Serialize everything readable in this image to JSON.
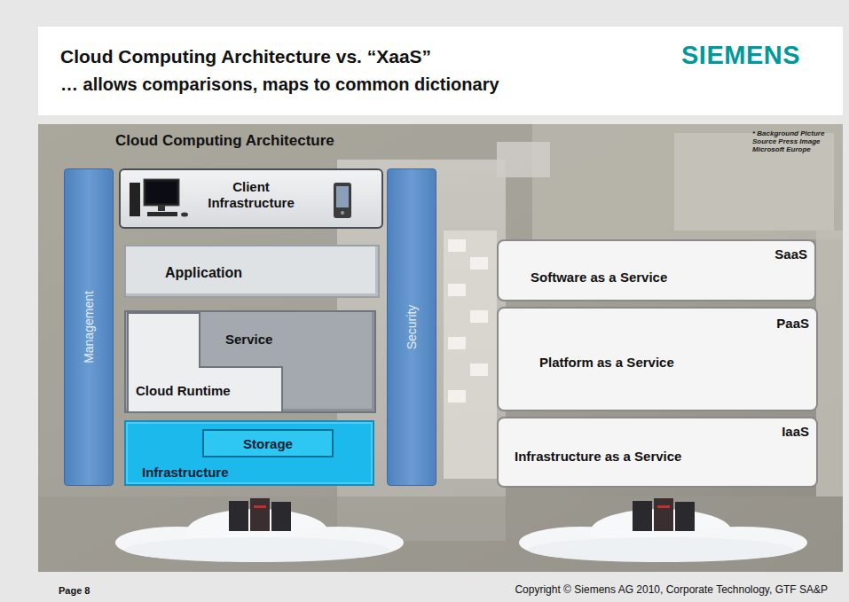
{
  "diagram": {
    "title": "Cloud Computing Architecture vs. “XaaS”",
    "nodes": [
      {
        "text": [
          "Cloud Computing Architecture"
        ]
      },
      {
        "text": [
          "Management"
        ],
        "in": 0
      },
      {
        "text": [
          "Client Infrastructure"
        ],
        "in": 0
      },
      {
        "text": [
          "Application"
        ],
        "in": 0
      },
      {
        "text": [
          "Service"
        ],
        "in": 0
      },
      {
        "text": [
          "Cloud Runtime"
        ],
        "in": 0
      },
      {
        "text": [
          "Infrastructure"
        ],
        "in": 0
      },
      {
        "text": [
          "Storage"
        ],
        "in": 6
      },
      {
        "text": [
          "Security"
        ],
        "in": 0
      },
      {
        "text": [
          "SaaS",
          "Software as a Service"
        ]
      },
      {
        "text": [
          "PaaS",
          "Platform as a Service"
        ]
      },
      {
        "text": [
          "IaaS",
          "Infrastructure as a Service"
        ]
      }
    ],
    "edges": [],
    "labels": [
      "… allows comparisons, maps to common dictionary",
      "SIEMENS",
      "* Background Picture Source Press Image Microsoft Europe",
      "Page 8",
      "Copyright © Siemens AG 2010, Corporate Technology, GTF SA&P"
    ]
  }
}
